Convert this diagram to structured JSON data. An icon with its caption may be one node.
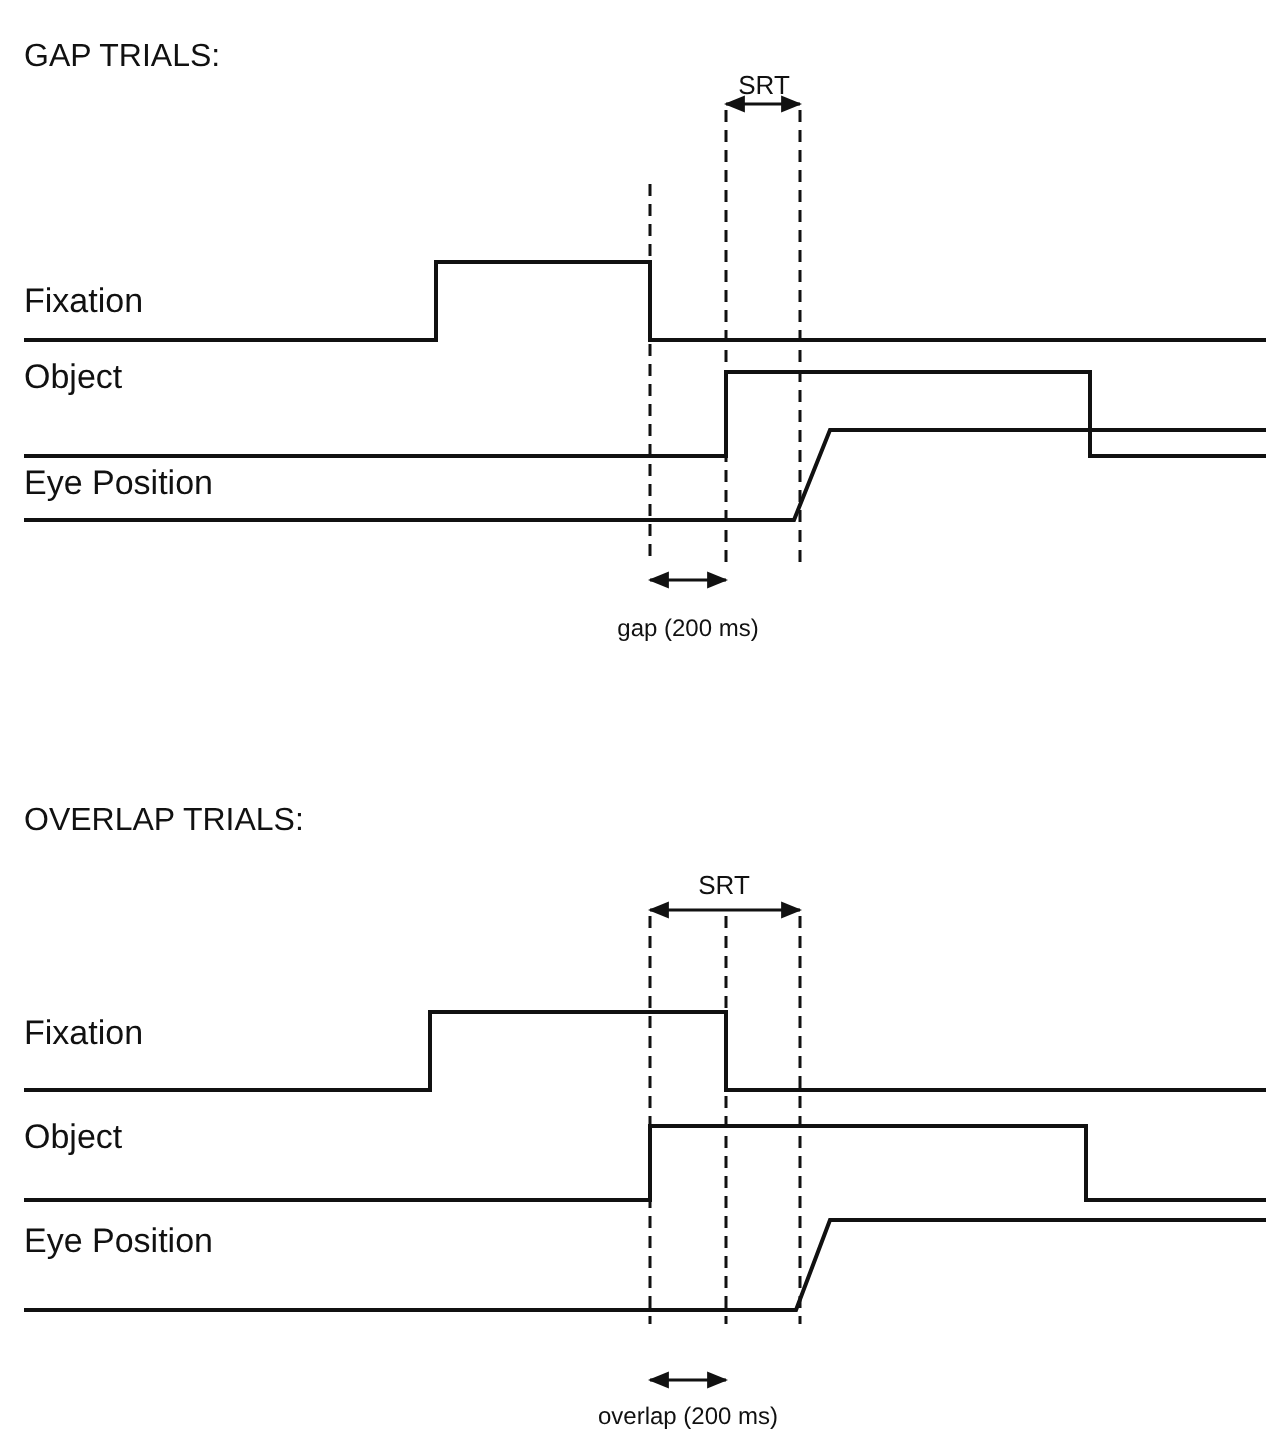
{
  "diagram": {
    "labels": [
      "GAP TRIALS:",
      "SRT",
      "Fixation",
      "Object",
      "Eye Position",
      "gap (200 ms)",
      "OVERLAP TRIALS:",
      "SRT",
      "Fixation",
      "Object",
      "Eye Position",
      "overlap (200 ms)"
    ]
  }
}
